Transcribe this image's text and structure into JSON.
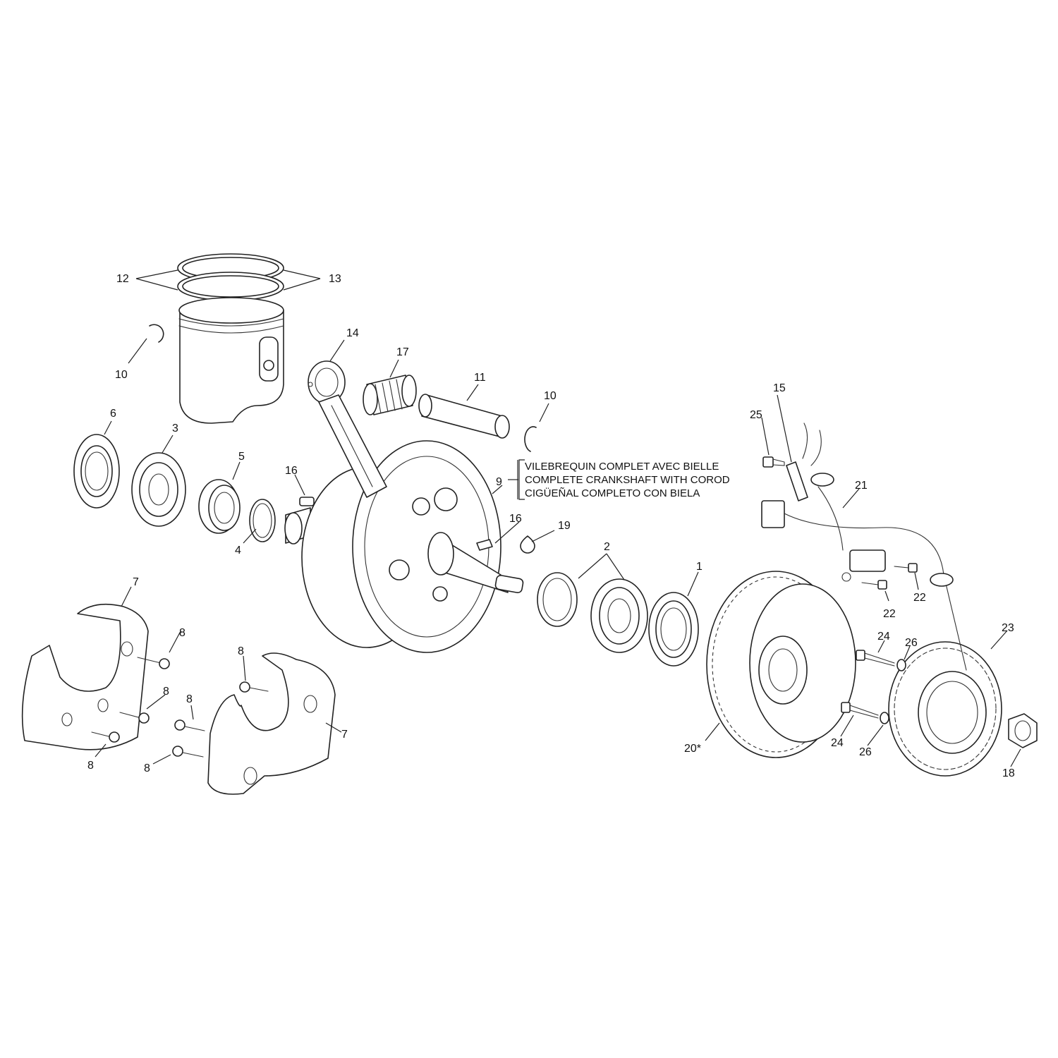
{
  "callouts": {
    "c1": "1",
    "c2": "2",
    "c3": "3",
    "c4": "4",
    "c5": "5",
    "c6": "6",
    "c7a": "7",
    "c7b": "7",
    "c8a": "8",
    "c8b": "8",
    "c8c": "8",
    "c8d": "8",
    "c8e": "8",
    "c8f": "8",
    "c9": "9",
    "c10a": "10",
    "c10b": "10",
    "c11": "11",
    "c12": "12",
    "c13": "13",
    "c14": "14",
    "c15": "15",
    "c16a": "16",
    "c16b": "16",
    "c17": "17",
    "c18": "18",
    "c19": "19",
    "c20": "20*",
    "c21": "21",
    "c22a": "22",
    "c22b": "22",
    "c23": "23",
    "c24a": "24",
    "c24b": "24",
    "c25": "25",
    "c26a": "26",
    "c26b": "26"
  },
  "crankshaft_note": {
    "fr": "VILEBREQUIN COMPLET AVEC BIELLE",
    "en": "COMPLETE CRANKSHAFT WITH COROD",
    "es": "CIGÜEÑAL COMPLETO CON BIELA"
  }
}
